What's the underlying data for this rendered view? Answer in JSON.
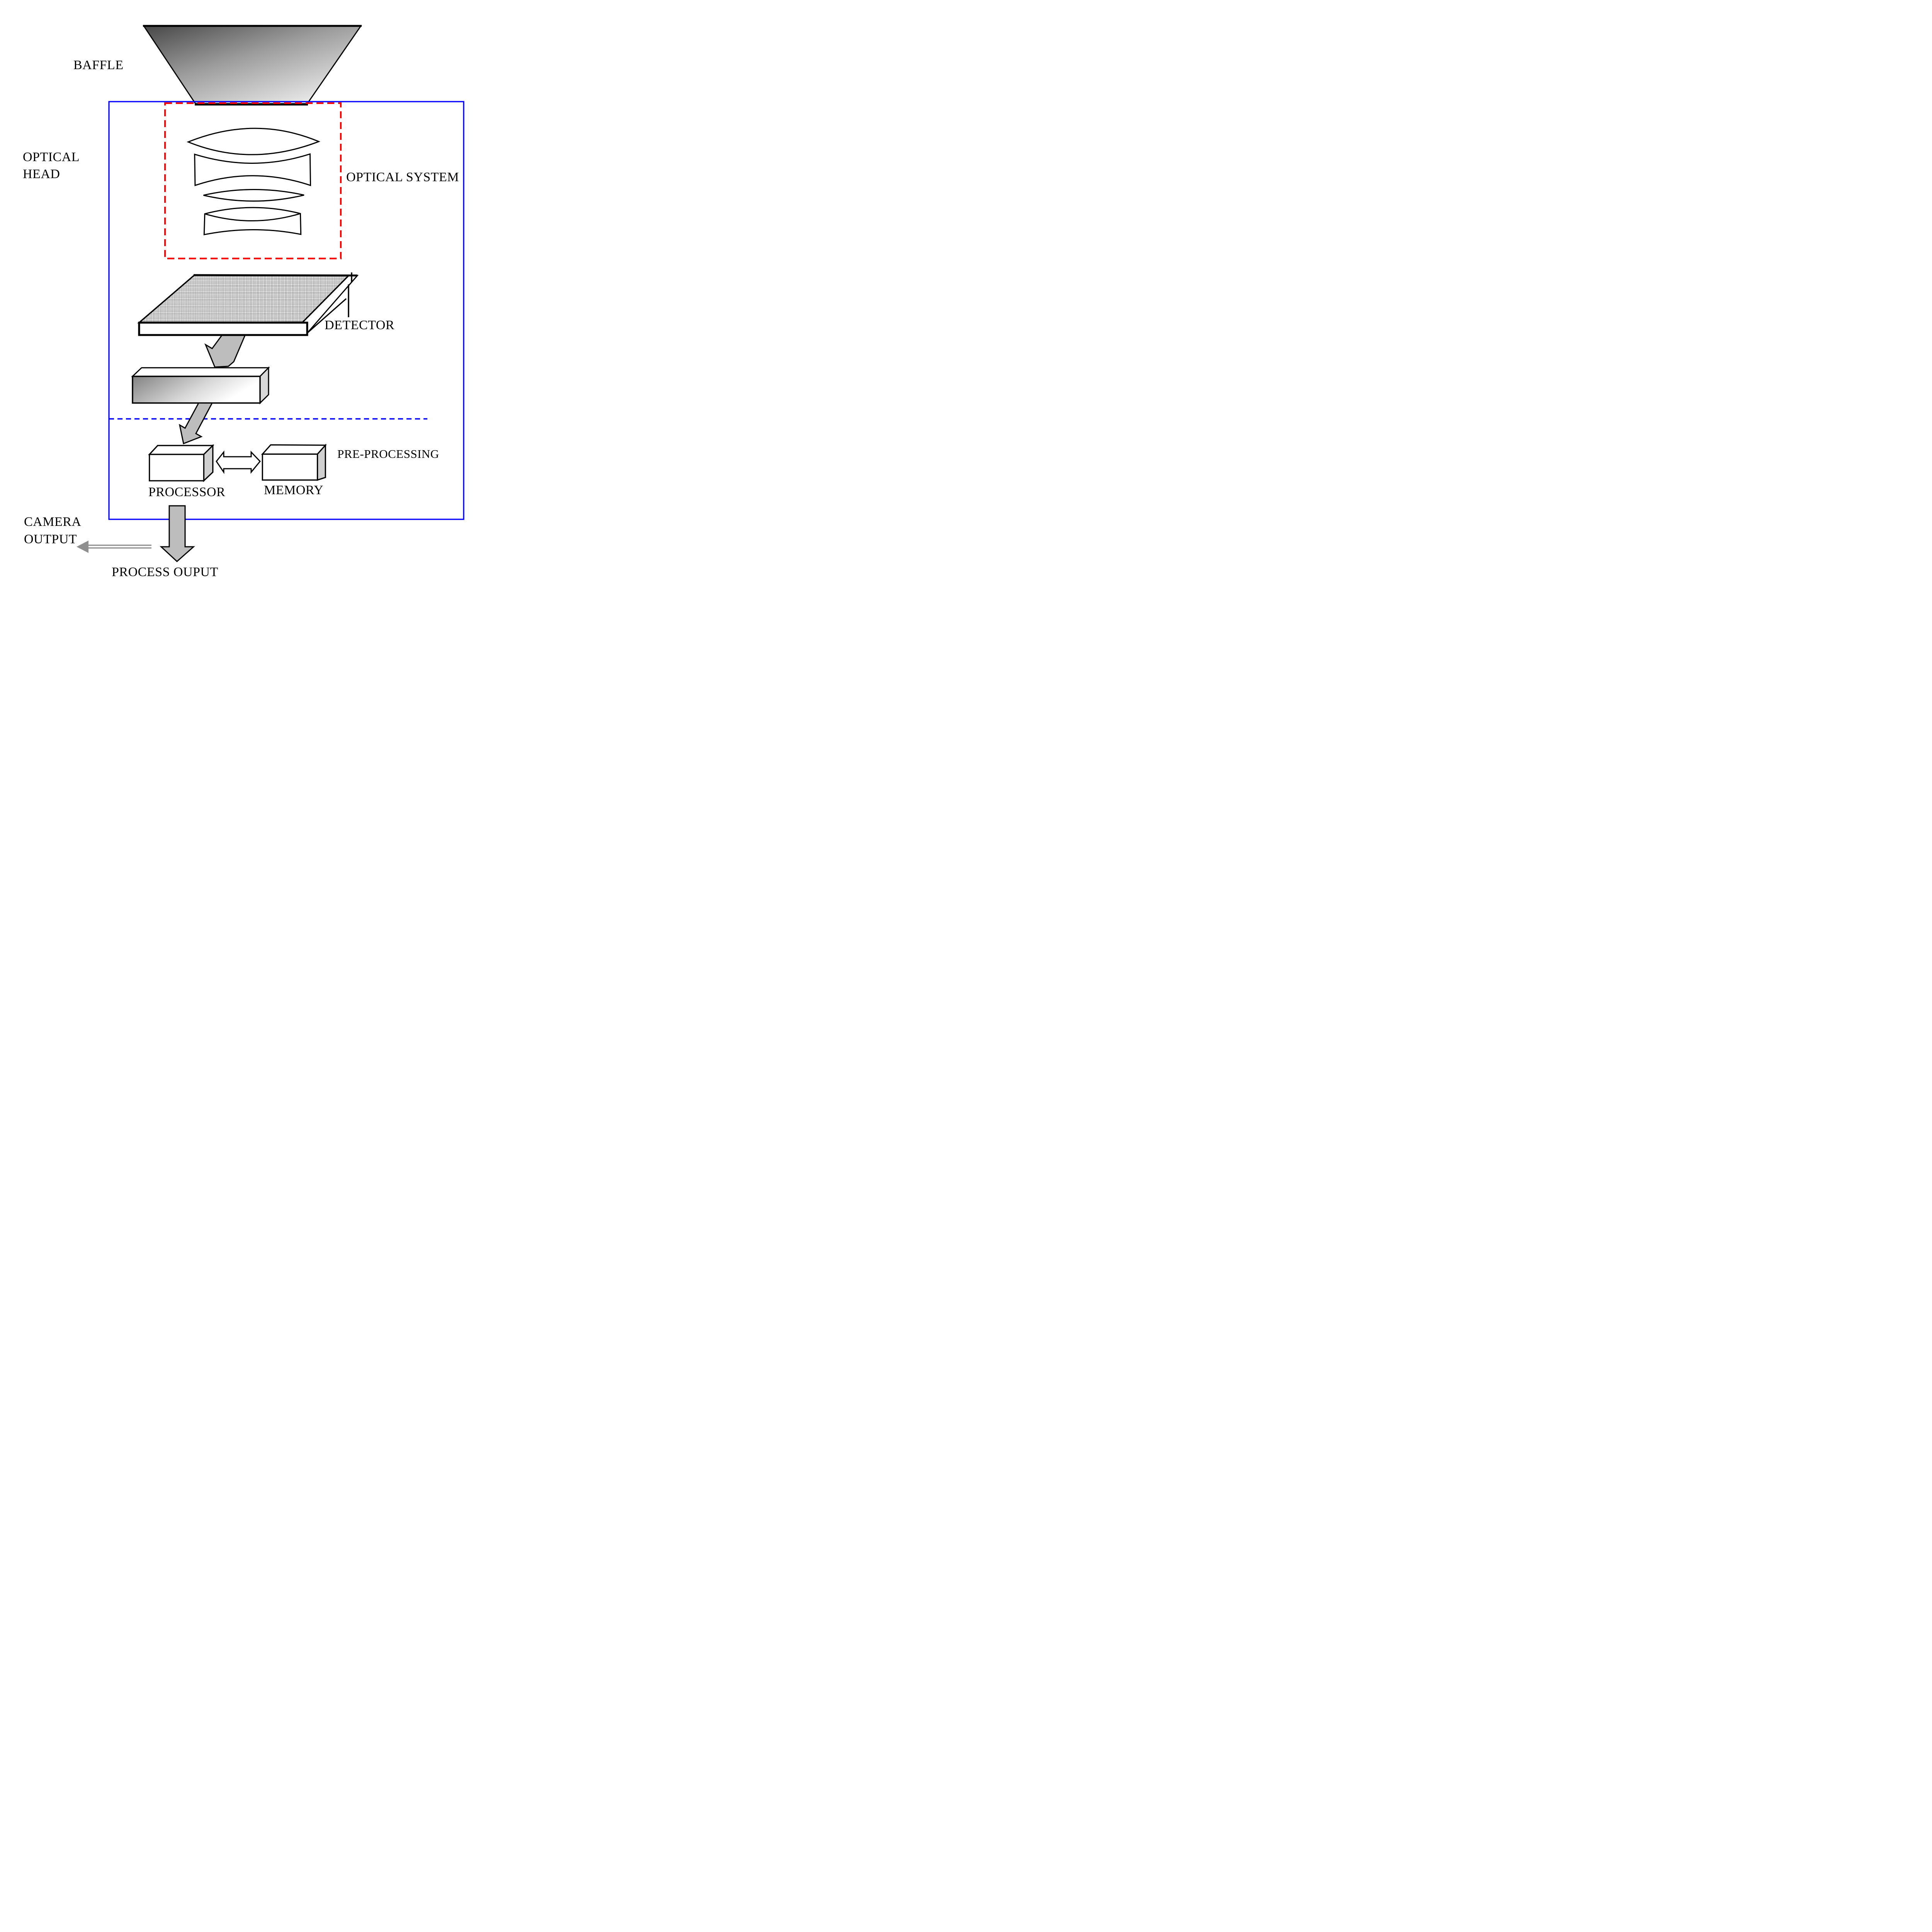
{
  "labels": {
    "baffle": "BAFFLE",
    "optical_head_line1": "OPTICAL",
    "optical_head_line2": "HEAD",
    "optical_system": "OPTICAL SYSTEM",
    "detector": "DETECTOR",
    "pre_processing": "PRE-PROCESSING",
    "processor": "PROCESSOR",
    "memory": "MEMORY",
    "camera_output_line1": "CAMERA",
    "camera_output_line2": "OUTPUT",
    "process_output": "PROCESS OUPUT"
  },
  "colors": {
    "enclosure_outline_blue": "#0000ff",
    "optical_system_outline_red": "#ff0000",
    "flow_arrow_gray": "#bdbdbd",
    "camera_arrow_gray": "#8f8f8f",
    "line_black": "#000000",
    "side_face_gray": "#d0d0d0"
  }
}
